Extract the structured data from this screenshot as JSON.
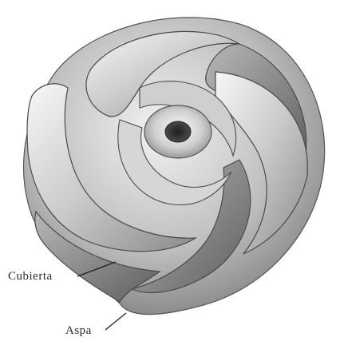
{
  "figure": {
    "subject": "impeller",
    "callouts": [
      {
        "label": "Cubierta"
      },
      {
        "label": "Aspa"
      }
    ]
  }
}
